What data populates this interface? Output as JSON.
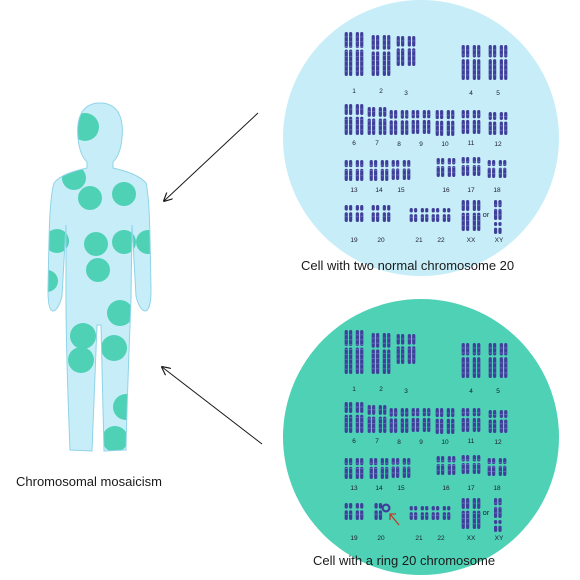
{
  "captions": {
    "mosaicism": "Chromosomal mosaicism",
    "normal_cell": "Cell with two normal chromosome 20",
    "ring_cell": "Cell with a ring 20 chromosome"
  },
  "chromosome_labels": [
    "1",
    "2",
    "3",
    "4",
    "5",
    "6",
    "7",
    "8",
    "9",
    "10",
    "11",
    "12",
    "13",
    "14",
    "15",
    "16",
    "17",
    "18",
    "19",
    "20",
    "21",
    "22",
    "XX",
    "XY"
  ],
  "or_label": "or",
  "colors": {
    "body_fill": "#c7eef8",
    "body_stroke": "#8fd3e8",
    "mosaic_patch": "#4fd1b6",
    "normal_cell_bg": "#c7eef8",
    "ring_cell_bg": "#4fd1b6",
    "chromosome": "#3f3f9a",
    "chromosome_band": "#6d6dc4",
    "ring_arrow": "#c0392b",
    "arrow": "#1a1a1a"
  },
  "icons": {
    "ring_pointer": "arrow-icon"
  }
}
